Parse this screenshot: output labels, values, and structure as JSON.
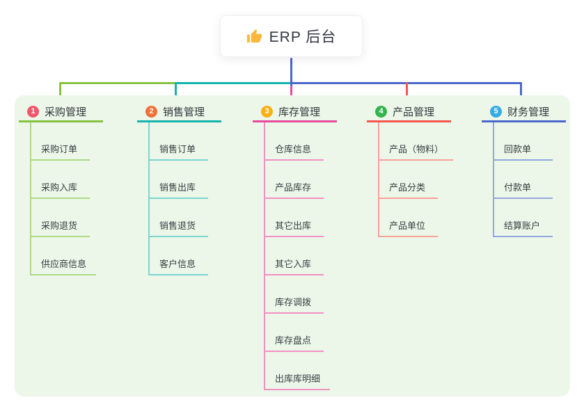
{
  "root": {
    "title": "ERP 后台",
    "icon": "thumbs-up-icon",
    "icon_color": "#F6B93B"
  },
  "panel_color": "#ECF7E9",
  "connectors": {
    "root_drop_color": "#4E63CE"
  },
  "branches": [
    {
      "number": "1",
      "title": "采购管理",
      "badge_color": "#F0586C",
      "line_color": "#85C243",
      "child_line_color": "#AFD987",
      "children": [
        "采购订单",
        "采购入库",
        "采购退货",
        "供应商信息"
      ]
    },
    {
      "number": "2",
      "title": "销售管理",
      "badge_color": "#EF7038",
      "line_color": "#14B3AC",
      "child_line_color": "#7AD6CF",
      "children": [
        "销售订单",
        "销售出库",
        "销售退货",
        "客户信息"
      ]
    },
    {
      "number": "3",
      "title": "库存管理",
      "badge_color": "#FBB116",
      "line_color": "#E74A9C",
      "child_line_color": "#F291C3",
      "children": [
        "仓库信息",
        "产品库存",
        "其它出库",
        "其它入库",
        "库存调拨",
        "库存盘点",
        "出库库明细"
      ]
    },
    {
      "number": "4",
      "title": "产品管理",
      "badge_color": "#35B450",
      "line_color": "#F4564E",
      "child_line_color": "#F9A19B",
      "children": [
        "产品（物料）",
        "产品分类",
        "产品单位"
      ]
    },
    {
      "number": "5",
      "title": "财务管理",
      "badge_color": "#35ACE2",
      "line_color": "#4A67CB",
      "child_line_color": "#94A6DC",
      "children": [
        "回款单",
        "付款单",
        "结算账户"
      ]
    }
  ]
}
